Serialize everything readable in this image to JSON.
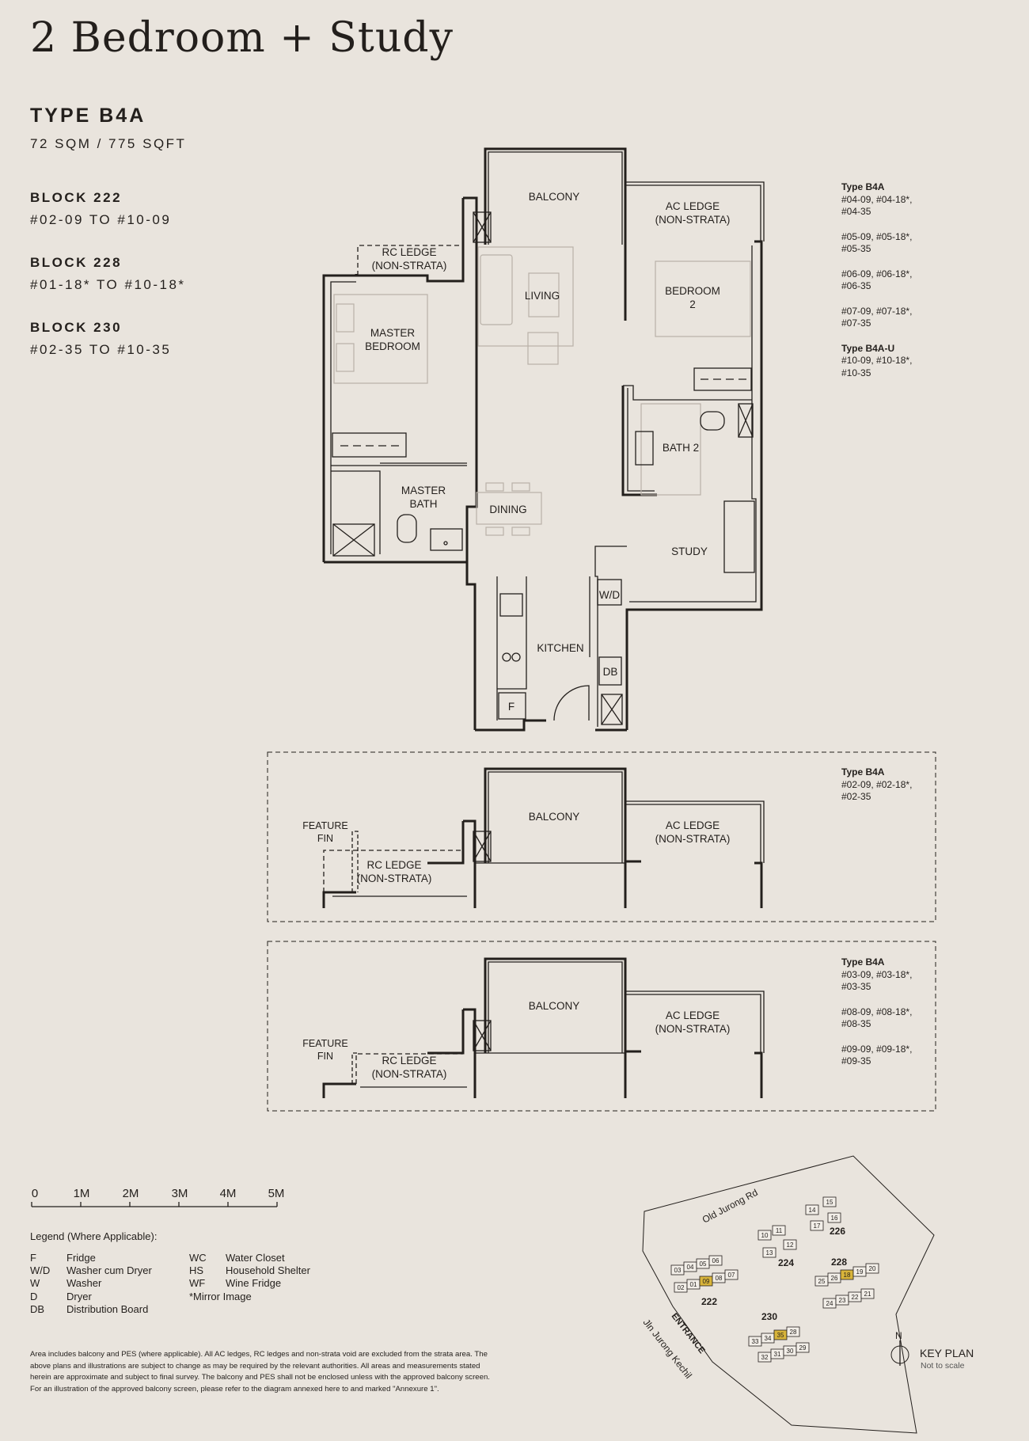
{
  "title": "2 Bedroom + Study",
  "unit_type": "TYPE B4A",
  "unit_size": "72 SQM / 775 SQFT",
  "blocks": [
    {
      "name": "BLOCK 222",
      "units": "#02-09 TO #10-09"
    },
    {
      "name": "BLOCK 228",
      "units": "#01-18* TO #10-18*"
    },
    {
      "name": "BLOCK 230",
      "units": "#02-35 TO #10-35"
    }
  ],
  "main_plan": {
    "rooms": {
      "balcony": "BALCONY",
      "ac_ledge": [
        "AC LEDGE",
        "(NON-STRATA)"
      ],
      "rc_ledge": [
        "RC LEDGE",
        "(NON-STRATA)"
      ],
      "living": "LIVING",
      "bedroom2": [
        "BEDROOM",
        "2"
      ],
      "master_bedroom": [
        "MASTER",
        "BEDROOM"
      ],
      "bath2": "BATH 2",
      "master_bath": [
        "MASTER",
        "BATH"
      ],
      "dining": "DINING",
      "study": "STUDY",
      "kitchen": "KITCHEN",
      "wd": "W/D",
      "db": "DB",
      "fridge": "F"
    },
    "unit_groups": [
      {
        "type": "Type B4A",
        "units": [
          "#04-09, #04-18*,",
          "#04-35"
        ]
      },
      {
        "type": "",
        "units": [
          "#05-09, #05-18*,",
          "#05-35"
        ]
      },
      {
        "type": "",
        "units": [
          "#06-09, #06-18*,",
          "#06-35"
        ]
      },
      {
        "type": "",
        "units": [
          "#07-09, #07-18*,",
          "#07-35"
        ]
      },
      {
        "type": "Type B4A-U",
        "units": [
          "#10-09, #10-18*,",
          "#10-35"
        ]
      }
    ]
  },
  "variant_1": {
    "feature_fin": [
      "FEATURE",
      "FIN"
    ],
    "balcony": "BALCONY",
    "ac_ledge": [
      "AC LEDGE",
      "(NON-STRATA)"
    ],
    "rc_ledge": [
      "RC LEDGE",
      "(NON-STRATA)"
    ],
    "unit_groups": [
      {
        "type": "Type B4A",
        "units": [
          "#02-09, #02-18*,",
          "#02-35"
        ]
      }
    ]
  },
  "variant_2": {
    "feature_fin": [
      "FEATURE",
      "FIN"
    ],
    "balcony": "BALCONY",
    "ac_ledge": [
      "AC LEDGE",
      "(NON-STRATA)"
    ],
    "rc_ledge": [
      "RC LEDGE",
      "(NON-STRATA)"
    ],
    "unit_groups": [
      {
        "type": "Type B4A",
        "units": [
          "#03-09, #03-18*,",
          "#03-35"
        ]
      },
      {
        "type": "",
        "units": [
          "#08-09, #08-18*,",
          "#08-35"
        ]
      },
      {
        "type": "",
        "units": [
          "#09-09, #09-18*,",
          "#09-35"
        ]
      }
    ]
  },
  "scale_bar": [
    "0",
    "1M",
    "2M",
    "3M",
    "4M",
    "5M"
  ],
  "legend": {
    "title": "Legend (Where Applicable):",
    "left": [
      {
        "abbr": "F",
        "desc": "Fridge"
      },
      {
        "abbr": "W/D",
        "desc": "Washer cum Dryer"
      },
      {
        "abbr": "W",
        "desc": "Washer"
      },
      {
        "abbr": "D",
        "desc": "Dryer"
      },
      {
        "abbr": "DB",
        "desc": "Distribution Board"
      }
    ],
    "right": [
      {
        "abbr": "WC",
        "desc": "Water Closet"
      },
      {
        "abbr": "HS",
        "desc": "Household Shelter"
      },
      {
        "abbr": "WF",
        "desc": "Wine Fridge"
      },
      {
        "abbr": "",
        "desc": "*Mirror Image"
      }
    ]
  },
  "disclaimer": "Area includes balcony and PES (where applicable). All AC ledges, RC ledges and non-strata void are excluded from the strata area. The above plans and illustrations are subject to change as may be required by the relevant authorities. All areas and measurements stated herein are approximate and subject to final survey. The balcony and PES shall not be enclosed unless with the approved balcony screen. For an illustration of the approved balcony screen, please refer to the diagram annexed here to and marked \"Annexure 1\".",
  "key_plan": {
    "label": "KEY PLAN",
    "note": "Not to scale",
    "north": "N",
    "road_1": "Old Jurong Rd",
    "road_2": "Jln Jurong Kechil",
    "entrance": "ENTRANCE",
    "blocks": [
      "222",
      "224",
      "226",
      "228",
      "230"
    ],
    "units_222": [
      "03",
      "04",
      "05",
      "06",
      "02",
      "01",
      "09",
      "08",
      "07"
    ],
    "units_224": [
      "10",
      "11",
      "12",
      "13"
    ],
    "units_226": [
      "14",
      "15",
      "16",
      "17"
    ],
    "units_228": [
      "25",
      "26",
      "18",
      "19",
      "20",
      "24",
      "23",
      "22",
      "21"
    ],
    "units_230": [
      "33",
      "34",
      "35",
      "28",
      "32",
      "31",
      "30",
      "29"
    ],
    "highlight_color": "#d8b43a"
  }
}
